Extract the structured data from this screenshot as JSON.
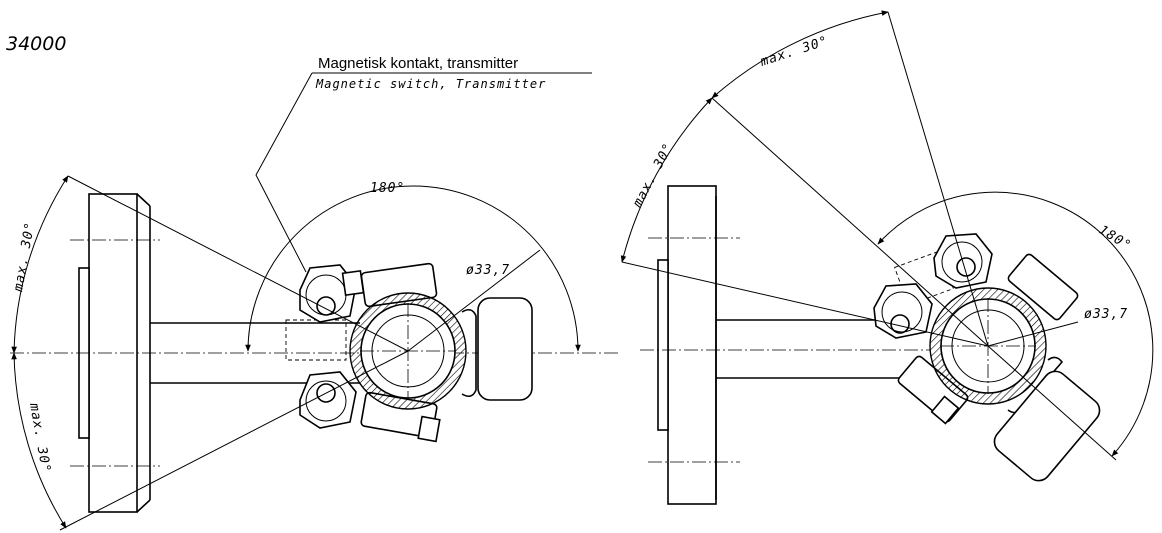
{
  "title": "34000",
  "callout": {
    "line1": "Magnetisk kontakt, transmitter",
    "line2": "Magnetic switch, Transmitter"
  },
  "left_view": {
    "angle_top": "max. 30°",
    "angle_bottom": "max. 30°",
    "arc": "180°",
    "diameter": "ø33,7"
  },
  "right_view": {
    "angle_outer": "max. 30°",
    "angle_inner": "max. 30°",
    "arc": "180°",
    "diameter": "ø33,7"
  }
}
